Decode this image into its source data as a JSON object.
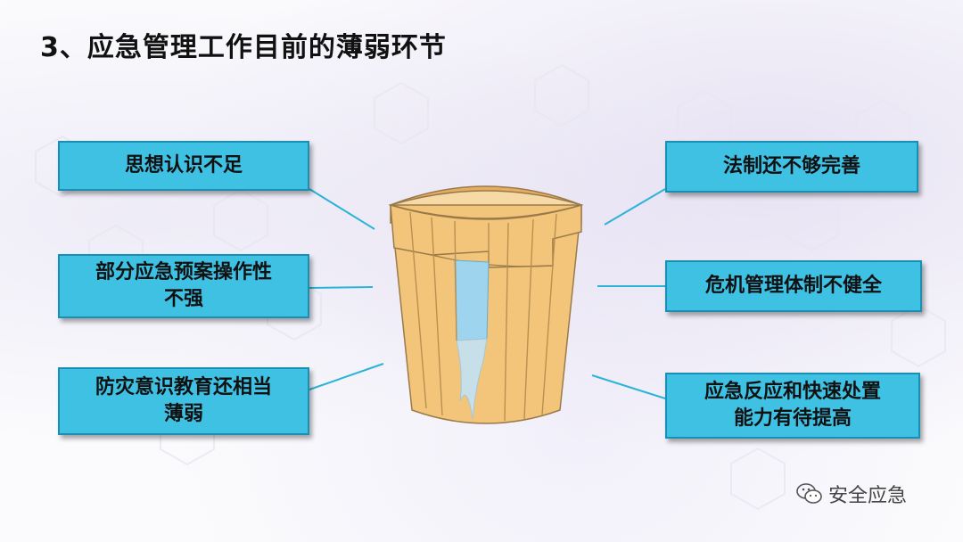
{
  "title": "3、应急管理工作目前的薄弱环节",
  "left_items": [
    {
      "line1": "思想认识不足",
      "line2": ""
    },
    {
      "line1": "部分应急预案操作性",
      "line2": "不强"
    },
    {
      "line1": "防灾意识教育还相当",
      "line2": "薄弱"
    }
  ],
  "right_items": [
    {
      "line1": "法制还不够完善",
      "line2": ""
    },
    {
      "line1": "危机管理体制不健全",
      "line2": ""
    },
    {
      "line1": "应急反应和快速处置",
      "line2": "能力有待提高"
    }
  ],
  "watermark": {
    "icon": "wechat-icon",
    "text": "安全应急"
  },
  "colors": {
    "box_fill": "#3fc1e4",
    "box_border": "#1a8fb4",
    "line": "#2bb3d8",
    "wood": "#f2c57a",
    "water": "#9ed4ee"
  }
}
